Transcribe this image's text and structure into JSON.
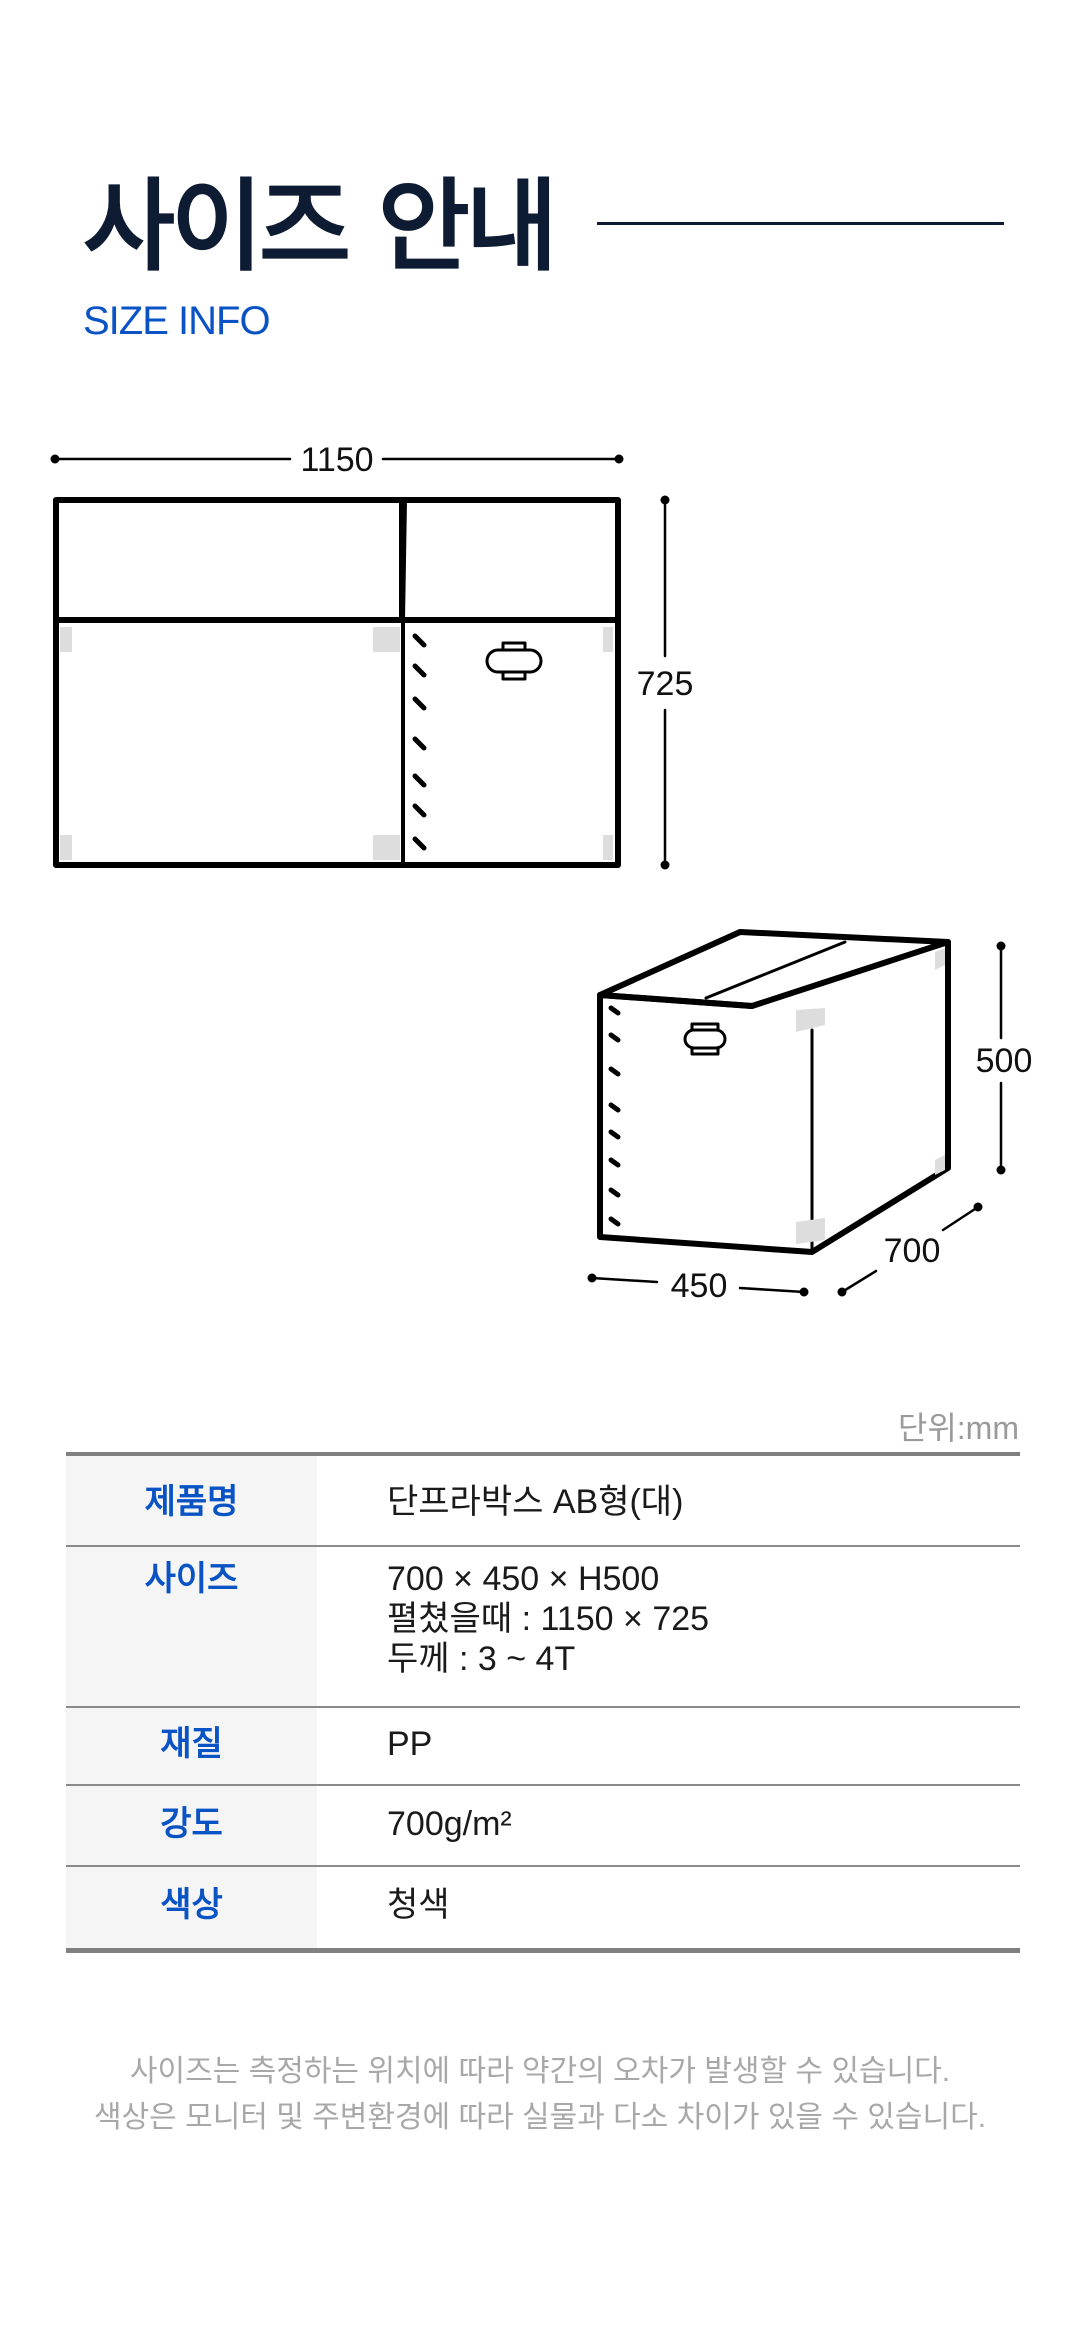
{
  "header": {
    "title": "사이즈 안내",
    "subtitle": "SIZE INFO"
  },
  "diagram": {
    "flat": {
      "width_label": "1150",
      "height_label": "725"
    },
    "box": {
      "height_label": "500",
      "depth_label": "700",
      "width_label": "450"
    }
  },
  "unit_label": "단위:mm",
  "spec_table": {
    "rows": [
      {
        "label": "제품명",
        "values": [
          "단프라박스 AB형(대)"
        ]
      },
      {
        "label": "사이즈",
        "values": [
          "700 × 450 × H500",
          "펼쳤을때 : 1150 × 725",
          "두께 : 3 ~ 4T"
        ]
      },
      {
        "label": "재질",
        "values": [
          "PP"
        ]
      },
      {
        "label": "강도",
        "values": [
          "700g/m²"
        ]
      },
      {
        "label": "색상",
        "values": [
          "청색"
        ]
      }
    ]
  },
  "notes": [
    "사이즈는 측정하는 위치에 따라 약간의 오차가 발생할 수 있습니다.",
    "색상은 모니터 및 주변환경에 따라 실물과 다소 차이가 있을 수 있습니다."
  ],
  "colors": {
    "title": "#0d1b33",
    "accent": "#0a53c5",
    "muted": "#a8a8a8",
    "label_bg": "#f5f5f5"
  }
}
